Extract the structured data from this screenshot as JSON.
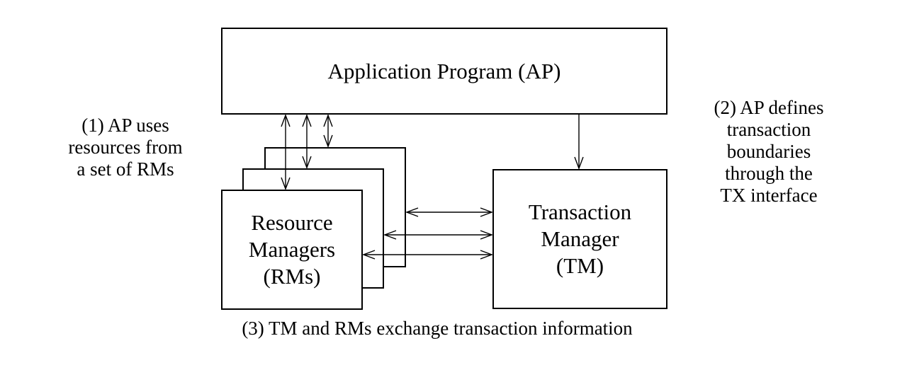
{
  "diagram": {
    "boxes": {
      "ap": {
        "label": "Application Program (AP)"
      },
      "rm": {
        "label": "Resource\nManagers\n(RMs)"
      },
      "tm": {
        "label": "Transaction\nManager\n(TM)"
      }
    },
    "annotations": {
      "note1": "(1) AP uses\nresources from\na set of RMs",
      "note2": "(2) AP defines\ntransaction\nboundaries\nthrough the\nTX interface",
      "note3": "(3) TM and RMs exchange transaction information"
    },
    "colors": {
      "line": "#000000",
      "text": "#000000",
      "background": "#ffffff"
    }
  }
}
